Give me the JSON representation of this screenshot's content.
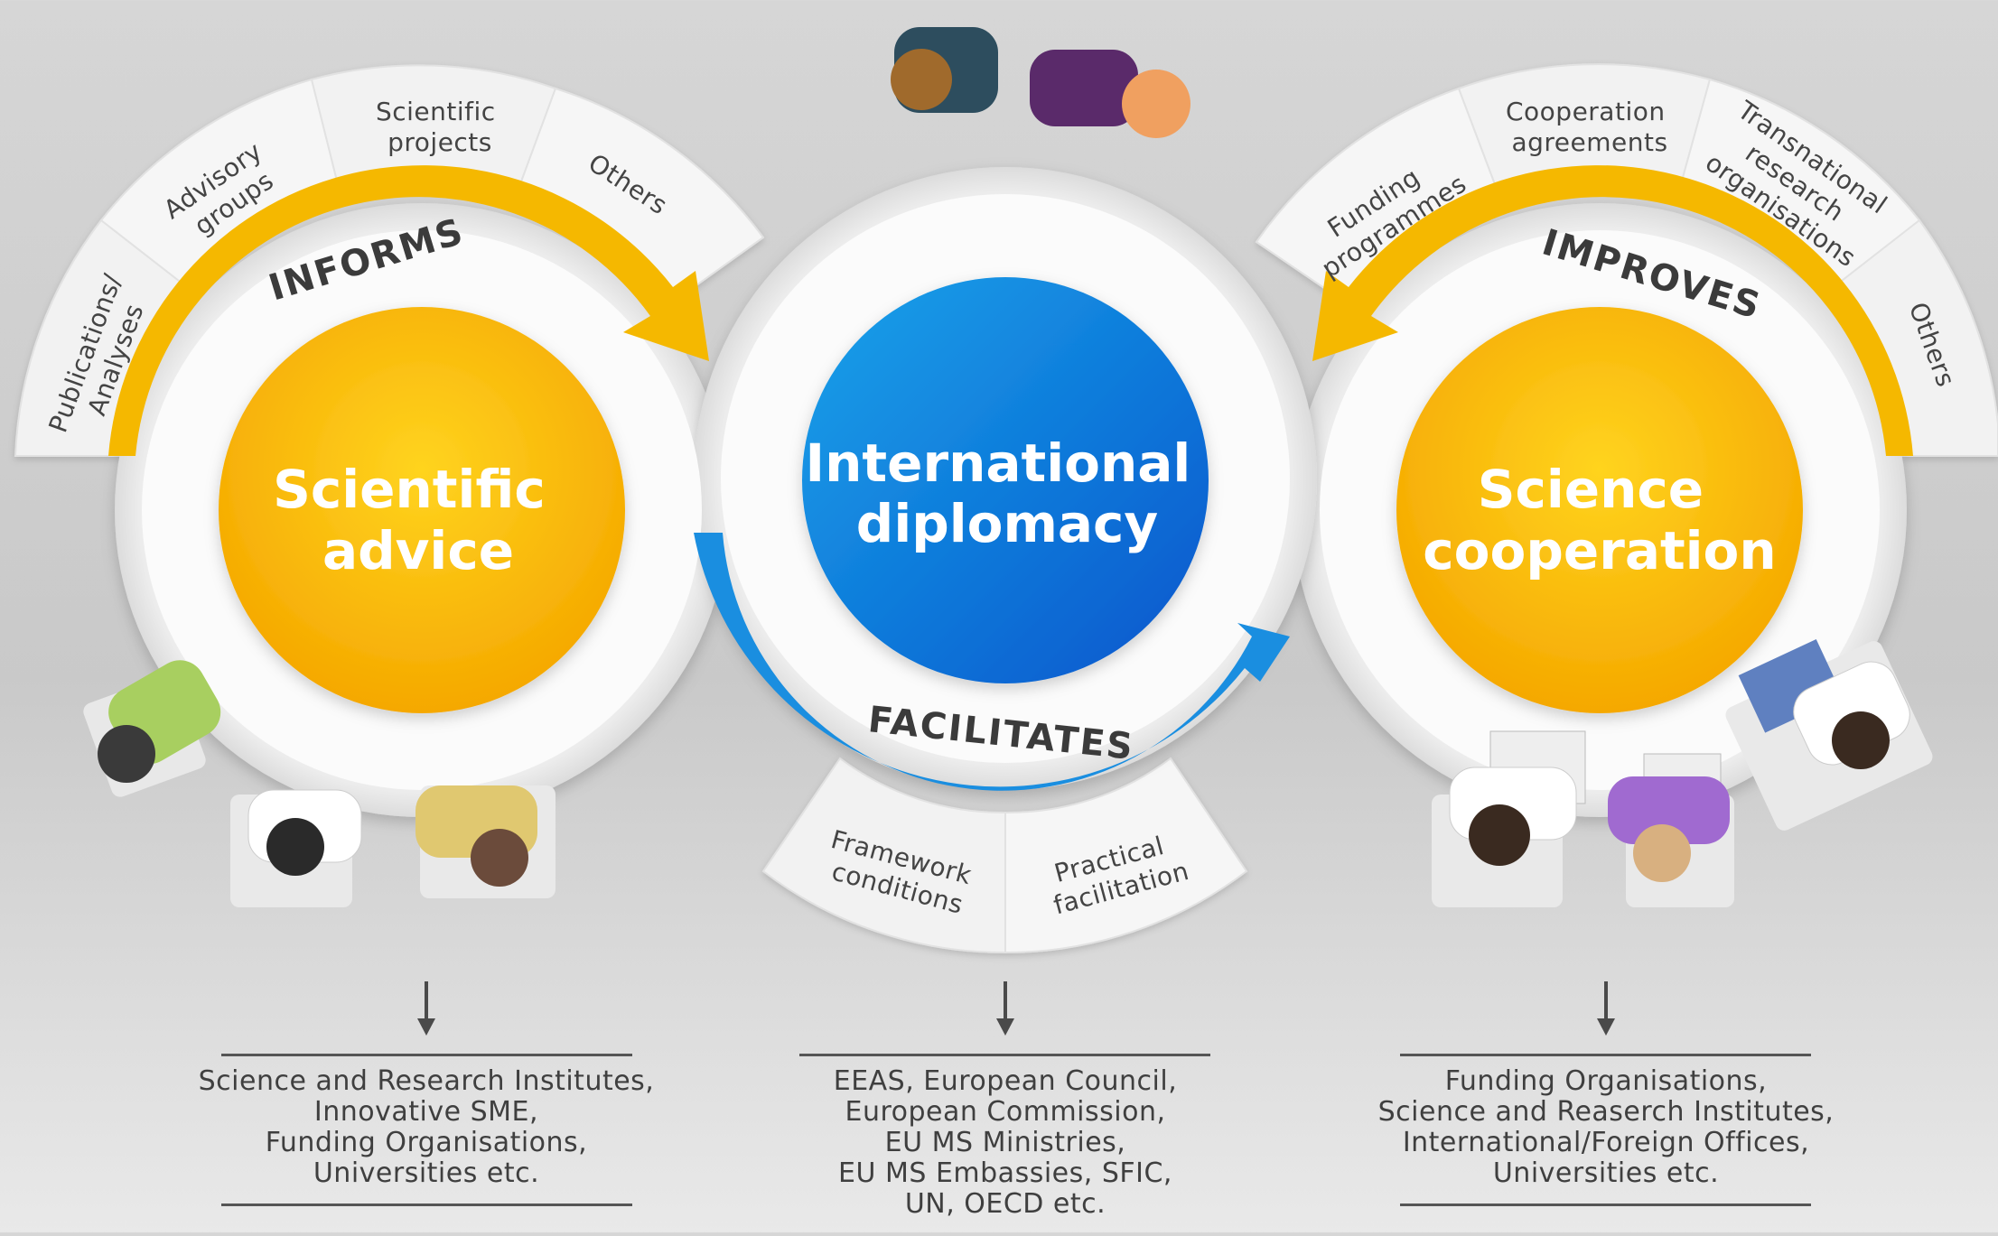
{
  "left": {
    "title_lines": [
      "Scientific",
      "advice"
    ],
    "verb": "INFORMS",
    "segments": [
      {
        "lines": [
          "Publications/",
          "Analyses"
        ]
      },
      {
        "lines": [
          "Advisory",
          "groups"
        ]
      },
      {
        "lines": [
          "Scientific",
          "projects"
        ]
      },
      {
        "lines": [
          "Others"
        ]
      }
    ],
    "organisations": [
      "Science and Research Institutes,",
      "Innovative SME,",
      "Funding Organisations,",
      "Universities etc."
    ]
  },
  "center": {
    "title_lines": [
      "International",
      "diplomacy"
    ],
    "verb": "FACILITATES",
    "segments": [
      {
        "lines": [
          "Framework",
          "conditions"
        ]
      },
      {
        "lines": [
          "Practical",
          "facilitation"
        ]
      }
    ],
    "organisations": [
      "EEAS, European Council,",
      "European Commission,",
      "EU MS Ministries,",
      "EU MS Embassies, SFIC,",
      "UN, OECD etc."
    ]
  },
  "right": {
    "title_lines": [
      "Science",
      "cooperation"
    ],
    "verb": "IMPROVES",
    "segments": [
      {
        "lines": [
          "Funding",
          "programmes"
        ]
      },
      {
        "lines": [
          "Cooperation",
          "agreements"
        ]
      },
      {
        "lines": [
          "Transnational",
          "research",
          "organisations"
        ]
      },
      {
        "lines": [
          "Others"
        ]
      }
    ],
    "organisations": [
      "Funding Organisations,",
      "Science and Reaserch Institutes,",
      "International/Foreign Offices,",
      "Universities etc."
    ]
  },
  "colors": {
    "orange": "#f7b500",
    "orange_light": "#ffd21a",
    "blue": "#0f7fd8",
    "blue_dark": "#0a5ec8",
    "arrow_yellow": "#f5b800",
    "arrow_blue": "#1a8ee0",
    "segment_fill": "#f4f4f4"
  },
  "icons": [
    "handshake-people-icon",
    "meeting-people-icon",
    "working-people-icon"
  ]
}
